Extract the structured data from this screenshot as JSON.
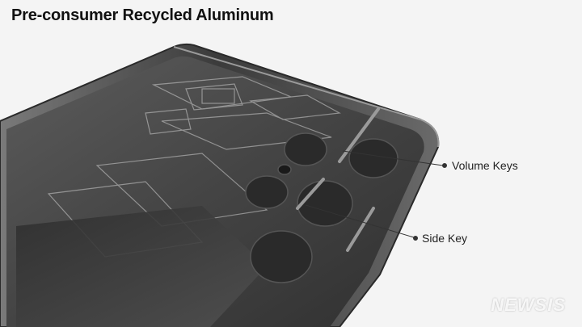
{
  "title": "Pre-consumer Recycled Aluminum",
  "callouts": {
    "volume_keys": "Volume Keys",
    "side_key": "Side Key"
  },
  "watermark": "NEWSIS",
  "colors": {
    "background": "#f4f4f4",
    "device_frame": "#3a3a3a",
    "device_body": "#4a4a4a",
    "text": "#111111"
  }
}
